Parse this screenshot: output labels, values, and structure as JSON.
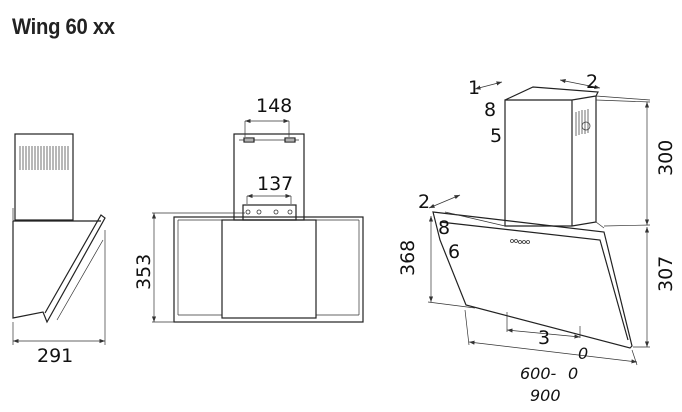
{
  "title": "Wing 60 xx",
  "side_view": {
    "width_label": "291"
  },
  "front_view": {
    "top_bracket_label": "148",
    "lower_bracket_label": "137",
    "height_label": "353"
  },
  "iso_view": {
    "chimney_depth_labels": [
      "1",
      "8",
      "5"
    ],
    "chimney_width_label": "2",
    "chimney_height_label": "300",
    "hood_depth_label_top": "2",
    "hood_depth_labels": [
      "8",
      "6"
    ],
    "hood_height_label": "368",
    "body_height_label": "307",
    "inner_width_label": "3",
    "overall_width_labels": [
      "0",
      "600-",
      "0",
      "900"
    ]
  }
}
